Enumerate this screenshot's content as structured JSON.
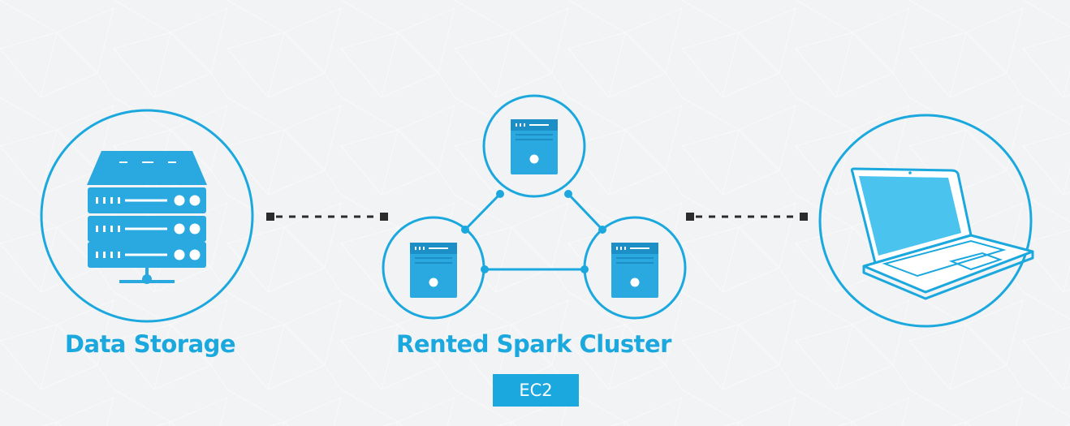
{
  "diagram": {
    "storage_label": "Data Storage",
    "cluster_label": "Rented Spark Cluster",
    "cluster_badge": "EC2"
  },
  "colors": {
    "accent": "#1aa8de",
    "background": "#f2f3f4",
    "icon_fill": "#2aa9e0",
    "icon_dark": "#1b8fc6"
  },
  "icons": [
    "database-server-icon",
    "server-tower-icon",
    "laptop-icon"
  ]
}
